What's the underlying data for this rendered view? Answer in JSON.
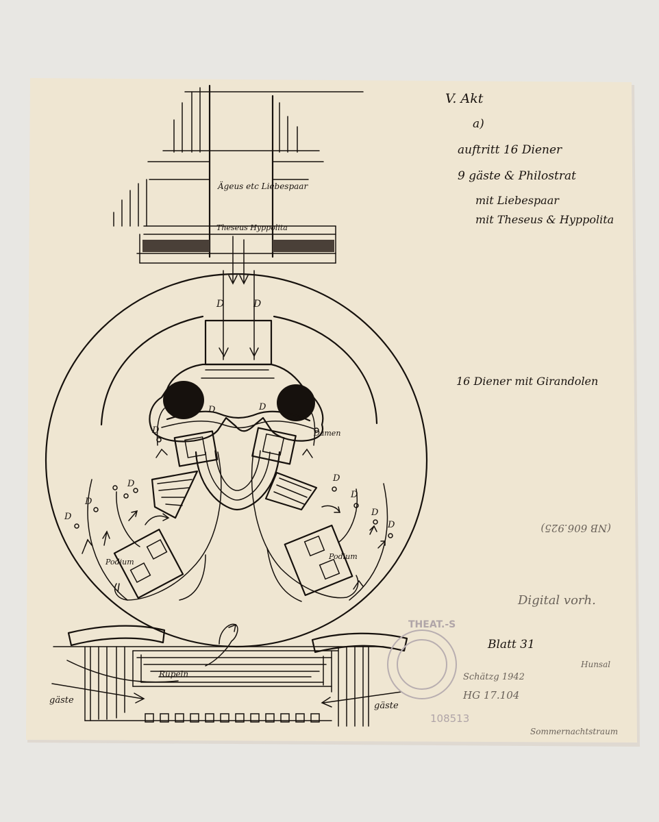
{
  "sheet": {
    "paper_color": "#efe6d2",
    "ink_color": "#16110d",
    "background_color": "#e8e7e3"
  },
  "heading": {
    "act": "V. Akt",
    "scene": "a)",
    "line1": "auftritt 16 Diener",
    "line2": "9 gäste & Philostrat",
    "line3": "mit Liebespaar",
    "line4": "mit Theseus & Hyppolita"
  },
  "notes": {
    "servants": "16 Diener mit Girandolen",
    "catalog": "(NB 606.925)",
    "digitized": "Digital vorh.",
    "sheet_number": "Blatt 31",
    "archive_mark_1": "Schätzg 1942",
    "archive_mark_2": "HG 17.104",
    "corner_mark": "Hunsal",
    "title": "Sommernachtstraum"
  },
  "stamp": {
    "text": "THEAT.-S",
    "number": "108513"
  },
  "diagram_labels": {
    "entrance_pair": "Ägeus etc Liebespaar",
    "theseus_label": "Theseus Hyppolita",
    "ladies": "Damen",
    "podium_left": "Podium",
    "podium_right": "Podium",
    "rupels": "Rüpeln",
    "guests_left": "gäste",
    "guests_right": "gäste",
    "servant_mark": "D"
  }
}
